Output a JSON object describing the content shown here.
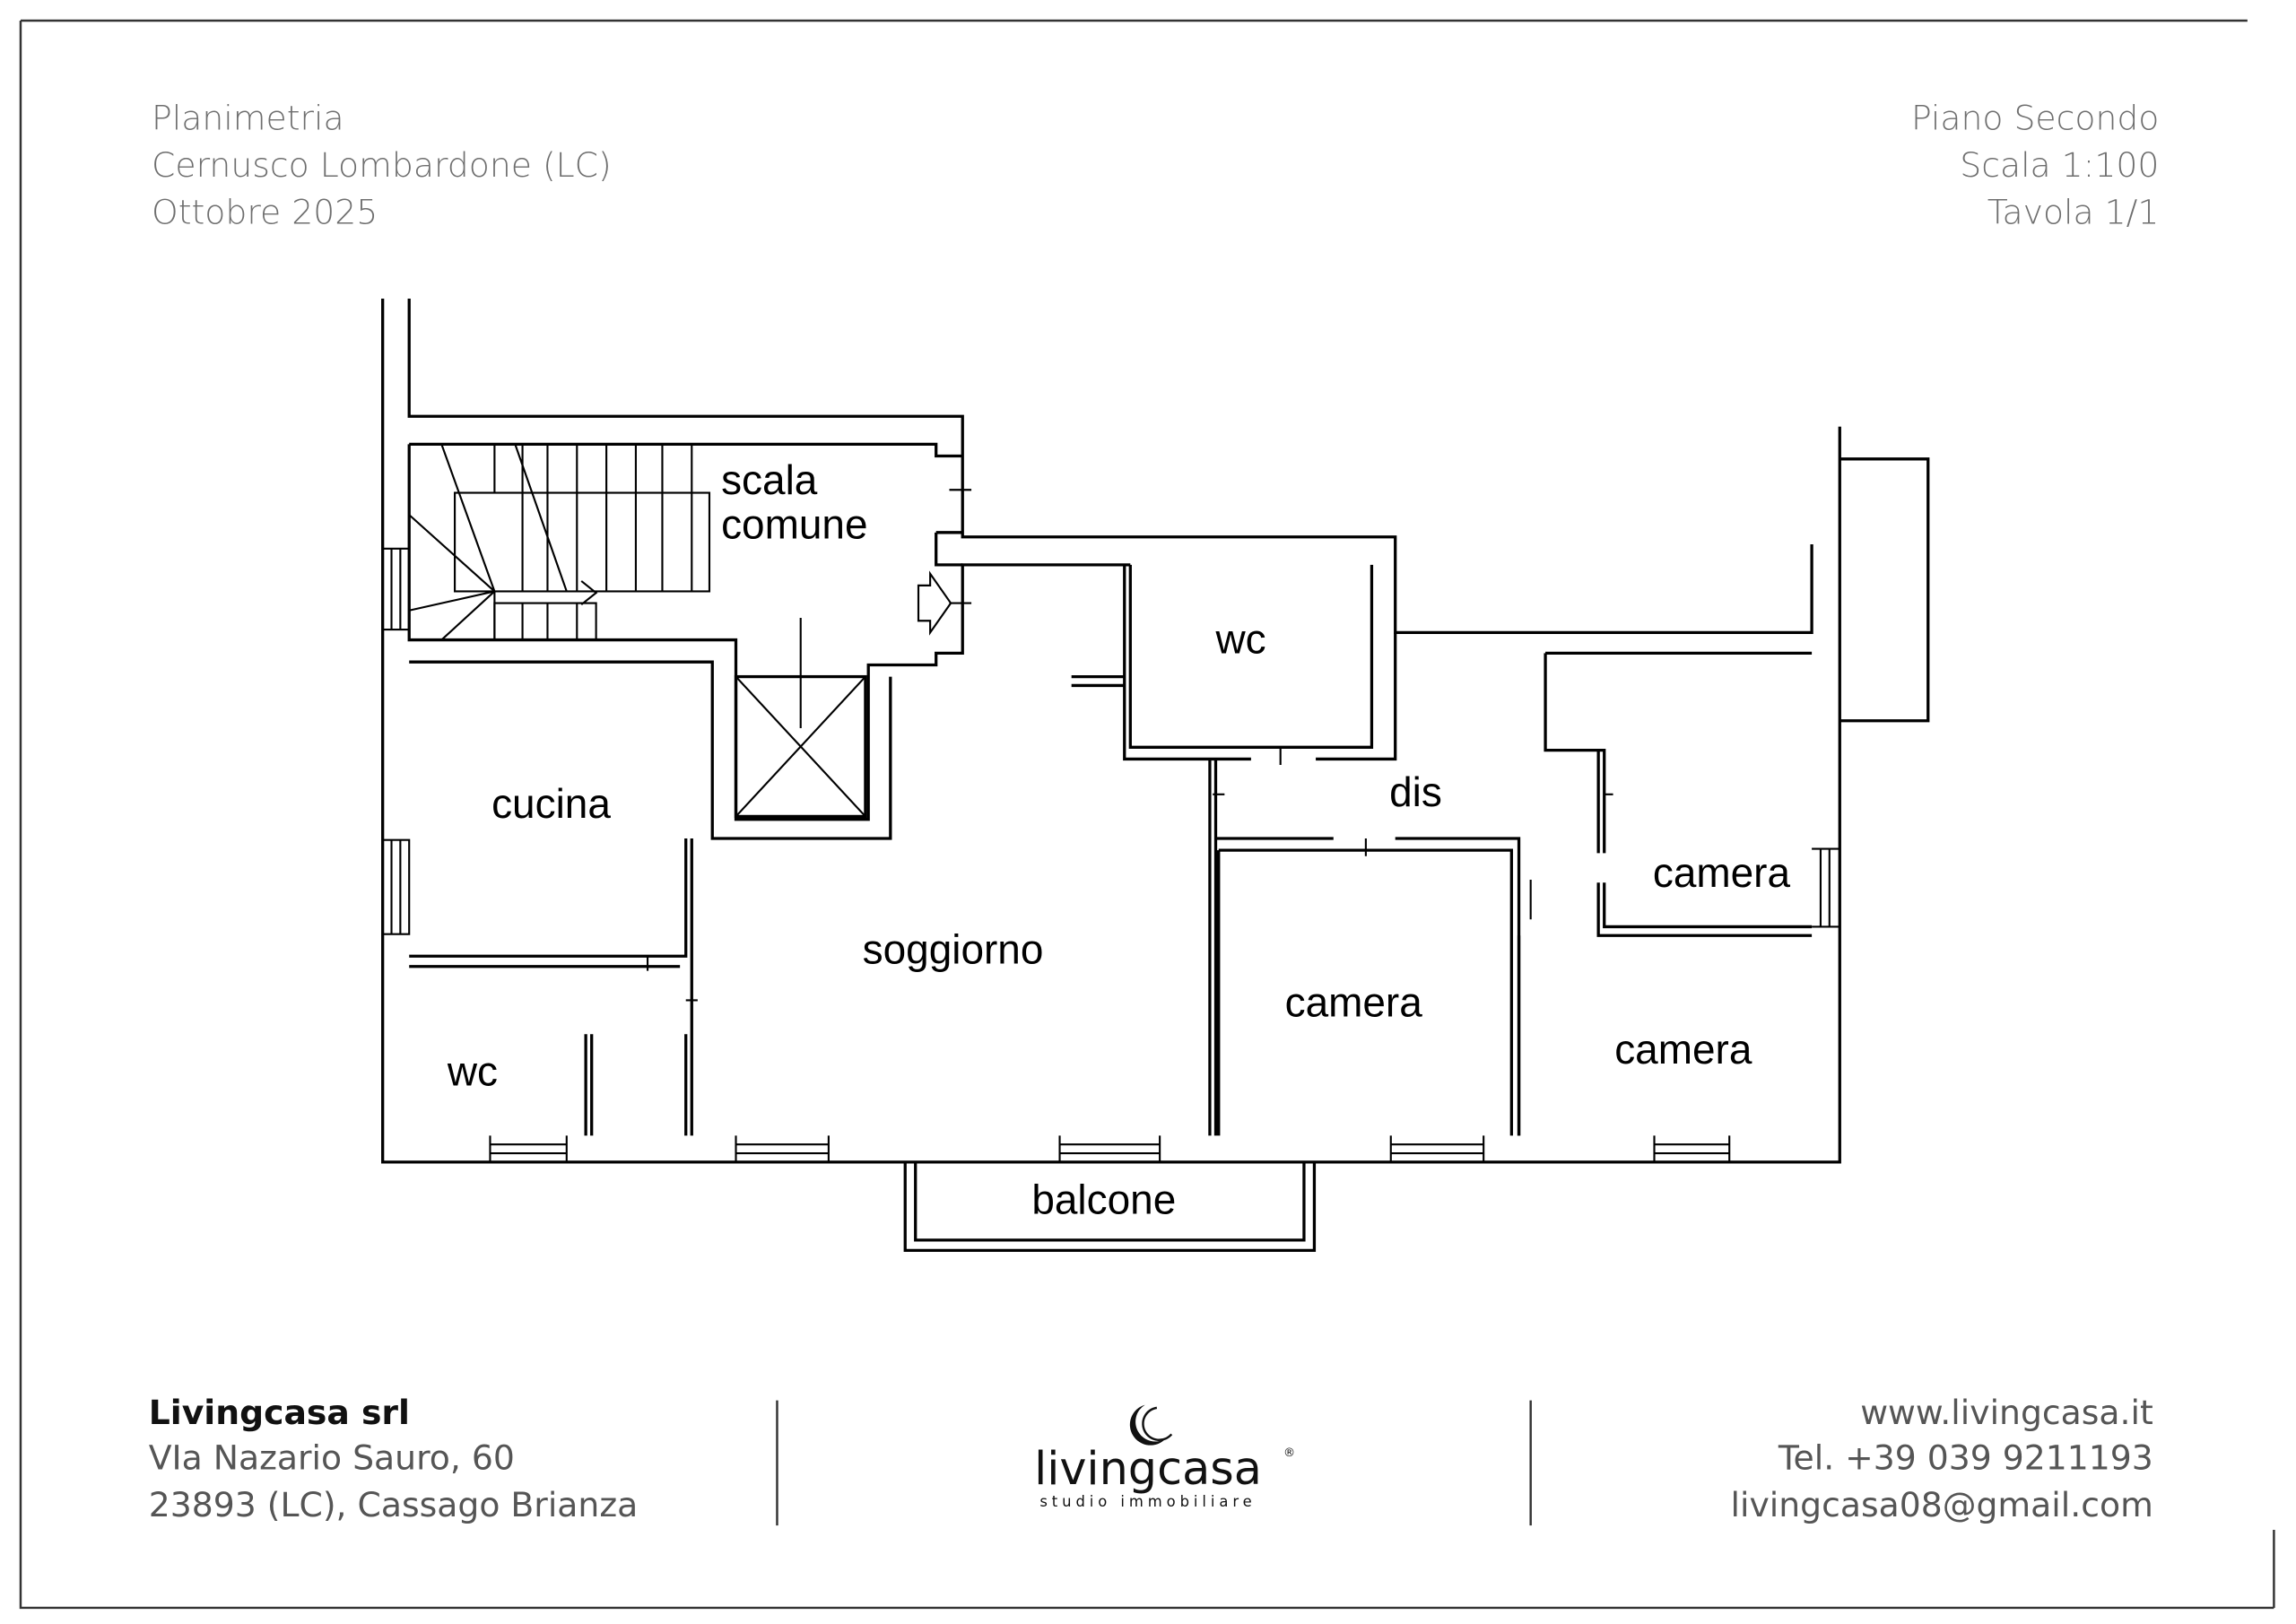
{
  "header": {
    "left": [
      "Planimetria",
      "Cernusco Lombardone (LC)",
      "Ottobre 2025"
    ],
    "right": [
      "Piano Secondo",
      "Scala 1:100",
      "Tavola 1/1"
    ]
  },
  "rooms": {
    "scala": "scala",
    "comune": "comune",
    "wc_top": "wc",
    "cucina": "cucina",
    "dis": "dis",
    "camera_top_right": "camera",
    "soggiorno": "soggiorno",
    "camera_mid": "camera",
    "camera_bottom_right": "camera",
    "wc_left": "wc",
    "balcone": "balcone"
  },
  "footer": {
    "company": "Livingcasa srl",
    "address1": "VIa Nazario Sauro, 60",
    "address2": "23893 (LC), Cassago Brianza",
    "website": "www.livingcasa.it",
    "phone": "Tel. +39 039 9211193",
    "email": "livingcasa08@gmail.com",
    "logo_name": "livingcasa",
    "logo_tagline": "studio immobiliare",
    "logo_mark": "®"
  }
}
